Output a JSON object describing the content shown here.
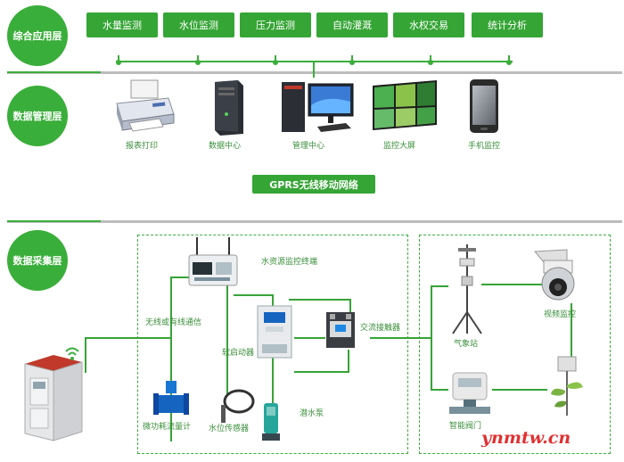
{
  "layers": {
    "app": "综合应用层",
    "mgmt": "数据管理层",
    "collect": "数据采集层"
  },
  "app_buttons": [
    "水量监测",
    "水位监测",
    "压力监测",
    "自动灌溉",
    "水权交易",
    "统计分析"
  ],
  "mgmt_devices": {
    "printer": "报表打印",
    "data_center": "数据中心",
    "mgmt_center": "管理中心",
    "big_screen": "监控大屏",
    "phone": "手机监控"
  },
  "network": "GPRS无线移动网络",
  "collect_devices": {
    "terminal": "水资源监控终端",
    "comm": "无线或有线通信",
    "soft_start": "软启动器",
    "contactor": "交流接触器",
    "flowmeter": "微功耗流量计",
    "level_sensor": "水位传感器",
    "pump": "潜水泵",
    "weather": "气象站",
    "video": "视频监控",
    "valve": "智能阀门"
  },
  "watermark": "ynmtw.cn",
  "colors": {
    "accent": "#3aae3a",
    "button": "#35a535",
    "watermark": "#e03030"
  }
}
